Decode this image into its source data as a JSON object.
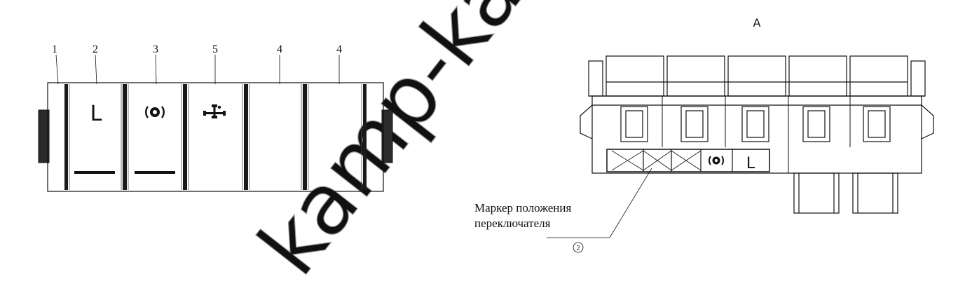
{
  "diagram": {
    "view_label": "A",
    "callout_number": "2",
    "marker_caption_line1": "Маркер положения",
    "marker_caption_line2": "переключателя",
    "watermark": "kamp-kam.ru",
    "panel_labels": [
      "1",
      "2",
      "3",
      "5",
      "4",
      "4"
    ],
    "left_key_icons": [
      "letter-l-icon",
      "parking-brake-icon",
      "differential-lock-icon",
      "blank",
      "blank"
    ],
    "right_marker_icons": [
      "crossed-box",
      "crossed-box",
      "crossed-box",
      "parking-brake-icon",
      "letter-l-icon"
    ],
    "marker_letter": "L",
    "key_letter": "L"
  }
}
